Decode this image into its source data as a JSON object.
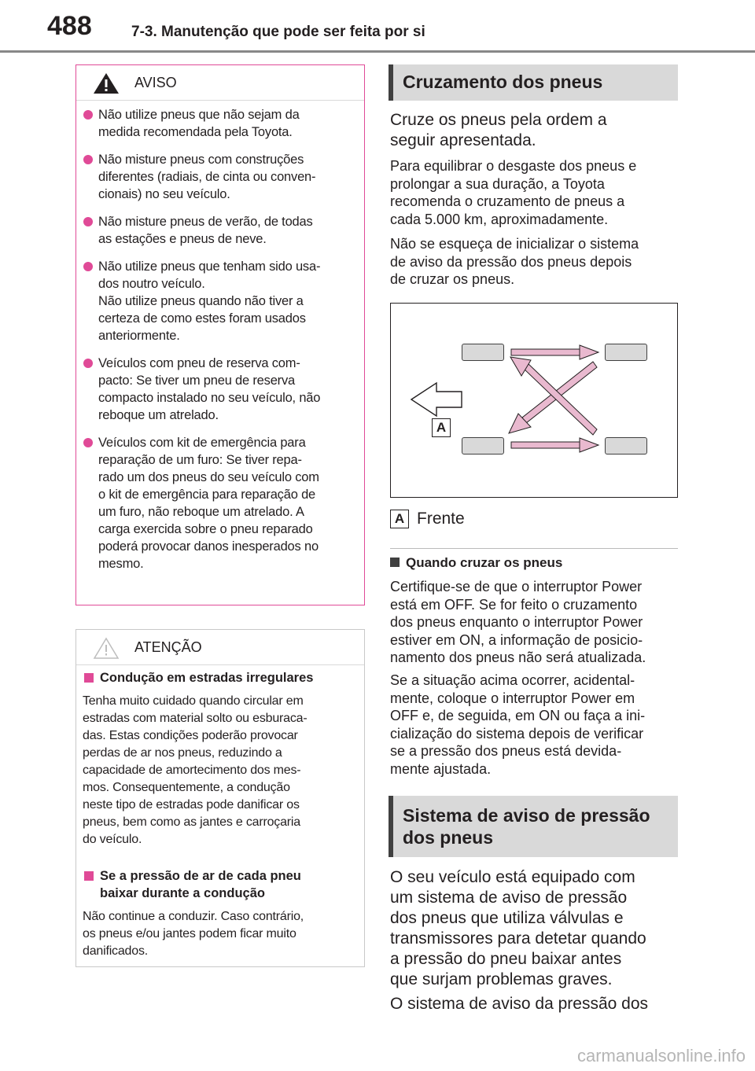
{
  "header": {
    "page_number": "488",
    "chapter_title": "7-3. Manutenção que pode ser feita por si"
  },
  "aviso": {
    "title": "AVISO",
    "items": [
      [
        "Não utilize pneus que não sejam da",
        "medida recomendada pela Toyota."
      ],
      [
        "Não misture pneus com construções",
        "diferentes (radiais, de cinta ou conven-",
        "cionais) no seu veículo."
      ],
      [
        "Não misture pneus de verão, de todas",
        "as estações e pneus de neve."
      ],
      [
        "Não utilize pneus que tenham sido usa-",
        "dos noutro veículo.",
        "Não utilize pneus quando não tiver a",
        "certeza de como estes foram usados",
        "anteriormente."
      ],
      [
        "Veículos com pneu de reserva com-",
        "pacto: Se tiver um pneu de reserva",
        "compacto instalado no seu veículo, não",
        "reboque um atrelado."
      ],
      [
        "Veículos com kit de emergência para",
        "reparação de um furo: Se tiver repa-",
        "rado um dos pneus do seu veículo com",
        "o kit de emergência para reparação de",
        "um furo, não reboque um atrelado. A",
        "carga exercida sobre o pneu reparado",
        "poderá provocar danos inesperados no",
        "mesmo."
      ]
    ]
  },
  "atencao": {
    "title": "ATENÇÃO",
    "sections": [
      {
        "heading": "Condução em estradas irregulares",
        "lines": [
          "Tenha muito cuidado quando circular em",
          "estradas com material solto ou esburaca-",
          "das. Estas condições poderão provocar",
          "perdas de ar nos pneus, reduzindo a",
          "capacidade de amortecimento dos mes-",
          "mos. Consequentemente, a condução",
          "neste tipo de estradas pode danificar os",
          "pneus, bem como as jantes e carroçaria",
          "do veículo."
        ]
      },
      {
        "heading": [
          "Se a pressão de ar de cada pneu",
          "baixar durante a condução"
        ],
        "lines": [
          "Não continue a conduzir. Caso contrário,",
          "os pneus e/ou jantes podem ficar muito",
          "danificados."
        ]
      }
    ]
  },
  "cruzamento": {
    "title": "Cruzamento dos pneus",
    "lead": [
      "Cruze os pneus pela ordem a",
      "seguir apresentada."
    ],
    "p1": [
      "Para equilibrar o desgaste dos pneus e",
      "prolongar a sua duração, a Toyota",
      "recomenda o cruzamento de pneus a",
      "cada 5.000 km, aproximadamente."
    ],
    "p2": [
      "Não se esqueça de inicializar o sistema",
      "de aviso da pressão dos pneus depois",
      "de cruzar os pneus."
    ],
    "diagram_label": "A",
    "legend_letter": "A",
    "legend_text": "Frente"
  },
  "quando": {
    "heading": "Quando cruzar os pneus",
    "p1": [
      "Certifique-se de que o interruptor Power",
      "está em OFF. Se for feito o cruzamento",
      "dos pneus enquanto o interruptor Power",
      "estiver em ON, a informação de posicio-",
      "namento dos pneus não será atualizada."
    ],
    "p2": [
      "Se a situação acima ocorrer, acidental-",
      "mente, coloque o interruptor Power em",
      "OFF e, de seguida, em ON ou faça a ini-",
      "cialização do sistema depois de verificar",
      "se a pressão dos pneus está devida-",
      "mente ajustada."
    ]
  },
  "sistema": {
    "title": [
      "Sistema de aviso de pressão",
      "dos pneus"
    ],
    "lead": [
      "O seu veículo está equipado com",
      "um sistema de aviso de pressão",
      "dos pneus que utiliza válvulas e",
      "transmissores para detetar quando",
      "a pressão do pneu baixar antes",
      "que surjam problemas graves.",
      "O sistema de aviso da pressão dos"
    ]
  },
  "colors": {
    "accent": "#e04a97",
    "bar": "#d9d9d9",
    "bar_edge": "#404040"
  },
  "footer": {
    "watermark": "carmanualsonline.info"
  }
}
